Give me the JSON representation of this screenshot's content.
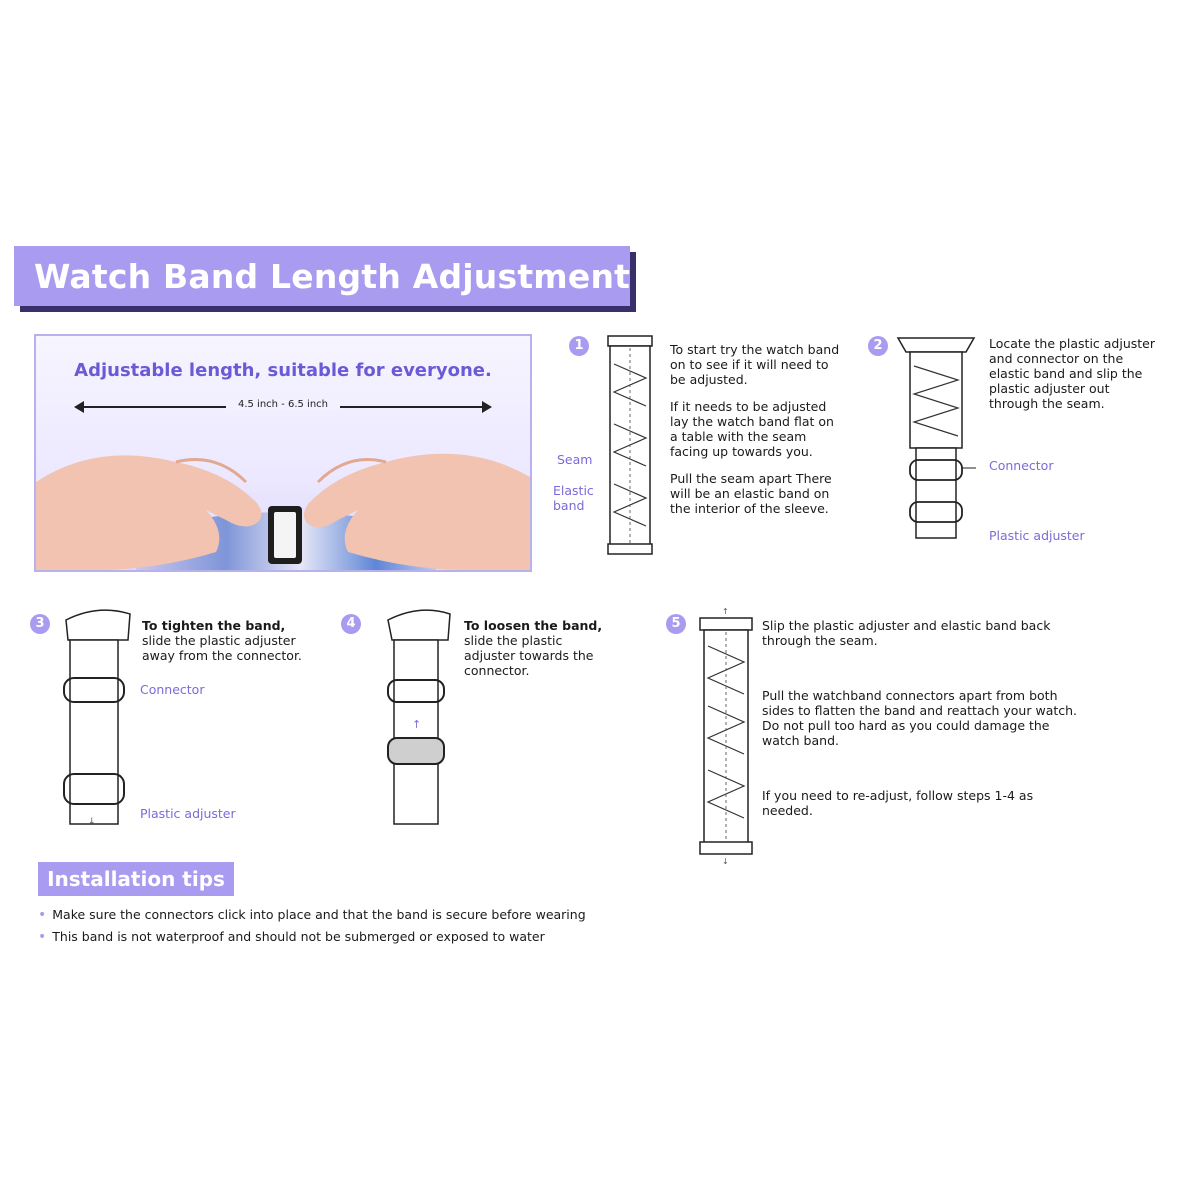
{
  "title": "Watch Band Length Adjustment",
  "hero": {
    "caption": "Adjustable length, suitable for everyone.",
    "measure_label": "4.5 inch - 6.5 inch"
  },
  "steps": [
    {
      "number": "1",
      "paragraphs": [
        "To start try the watch band on to see if it will need to be adjusted.",
        "If it needs to be adjusted lay the watch band flat on a table with the seam facing up towards you.",
        "Pull the seam apart There will be an elastic band on the interior of the sleeve."
      ],
      "labels": [
        "Seam",
        "Elastic band"
      ]
    },
    {
      "number": "2",
      "paragraphs": [
        "Locate the plastic adjuster and connector on the elastic band and slip the plastic adjuster out through the seam."
      ],
      "labels": [
        "Connector",
        "Plastic adjuster"
      ]
    },
    {
      "number": "3",
      "bold": "To tighten the band,",
      "text": "slide the plastic adjuster away from the connector.",
      "labels": [
        "Connector",
        "Plastic adjuster"
      ]
    },
    {
      "number": "4",
      "bold": "To loosen the band,",
      "text": "slide the plastic adjuster towards the connector."
    },
    {
      "number": "5",
      "paragraphs": [
        "Slip the plastic adjuster and elastic band back through the seam.",
        "Pull the watchband connectors apart from both sides to flatten the band and reattach your watch. Do not pull too hard as you could damage the watch band.",
        "If you need to re-adjust, follow steps 1-4 as needed."
      ]
    }
  ],
  "tips": {
    "title": "Installation tips",
    "items": [
      "Make sure the connectors click into place and that the band is secure before wearing",
      "This band is not waterproof and should not be submerged or exposed to water"
    ]
  },
  "colors": {
    "accent": "#a99cf0",
    "accent_text": "#7a6bd8",
    "banner_shadow": "#3a2f6b"
  }
}
